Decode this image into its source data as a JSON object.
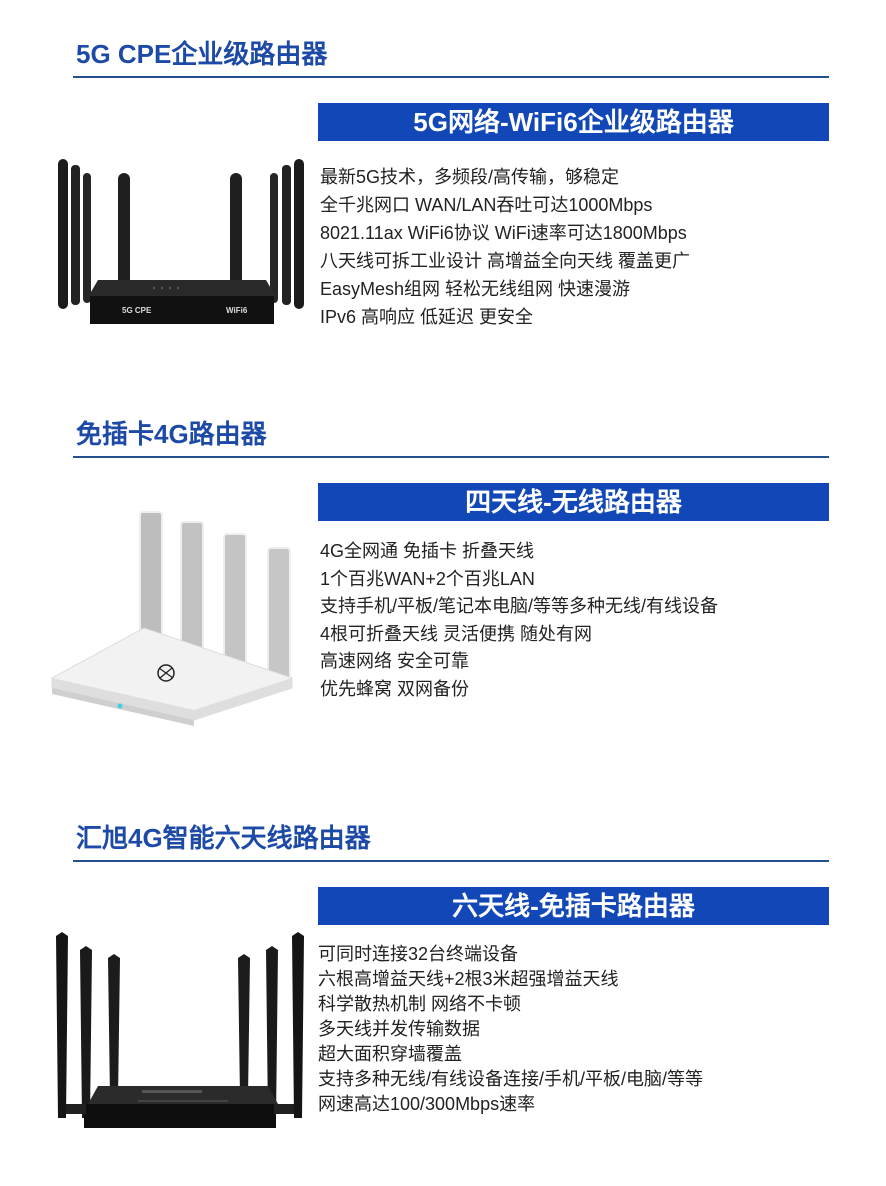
{
  "sections": [
    {
      "title": "5G CPE企业级路由器",
      "banner": "5G网络-WiFi6企业级路由器",
      "image": {
        "alt": "black 8-antenna 5G CPE router",
        "front_label_left": "5G CPE",
        "front_label_right": "WiFi6"
      },
      "features": [
        "最新5G技术，多频段/高传输，够稳定",
        "全千兆网口 WAN/LAN吞吐可达1000Mbps",
        "8021.11ax WiFi6协议 WiFi速率可达1800Mbps",
        "八天线可拆工业设计 高增益全向天线 覆盖更广",
        "EasyMesh组网 轻松无线组网 快速漫游",
        "IPv6 高响应 低延迟 更安全"
      ]
    },
    {
      "title": "免插卡4G路由器",
      "banner": "四天线-无线路由器",
      "image": {
        "alt": "white 4-antenna wireless router"
      },
      "features": [
        "4G全网通 免插卡 折叠天线",
        "1个百兆WAN+2个百兆LAN",
        "支持手机/平板/笔记本电脑/等等多种无线/有线设备",
        "4根可折叠天线 灵活便携 随处有网",
        "高速网络 安全可靠",
        "优先蜂窝 双网备份"
      ]
    },
    {
      "title": "汇旭4G智能六天线路由器",
      "banner": "六天线-免插卡路由器",
      "image": {
        "alt": "black 6-antenna 4G router"
      },
      "features": [
        "可同时连接32台终端设备",
        "六根高增益天线+2根3米超强增益天线",
        "科学散热机制 网络不卡顿",
        "多天线并发传输数据",
        "超大面积穿墙覆盖",
        "支持多种无线/有线设备连接/手机/平板/电脑/等等",
        "网速高达100/300Mbps速率"
      ]
    }
  ],
  "colors": {
    "title": "#1c4aa6",
    "rule": "#24508f",
    "banner_bg": "#1247b8",
    "banner_text": "#ffffff",
    "body_text": "#222222"
  }
}
